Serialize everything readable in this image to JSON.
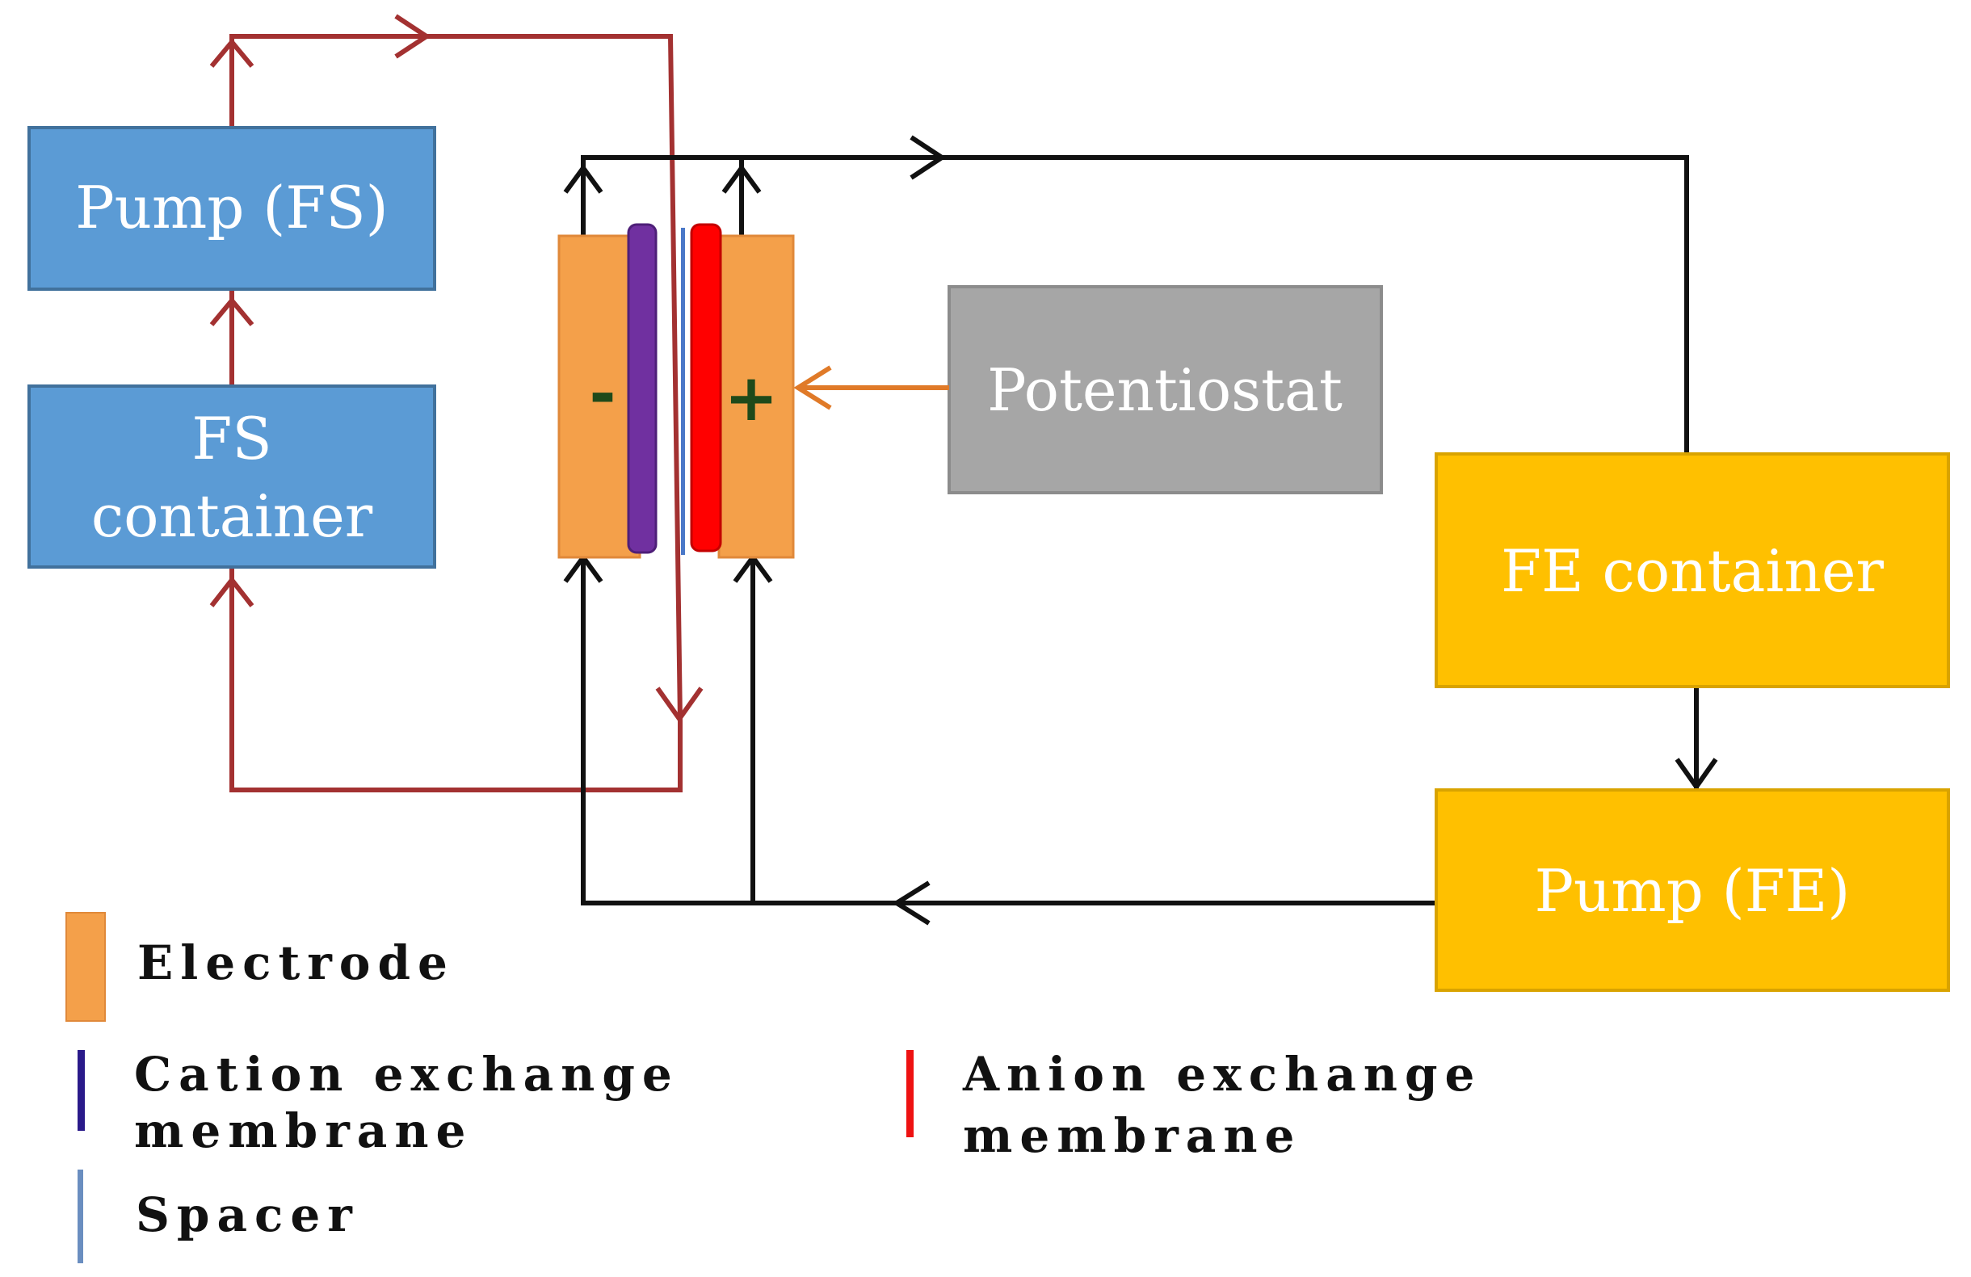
{
  "boxes": {
    "pump_fs": "Pump (FS)",
    "fs_container_line1": "FS",
    "fs_container_line2": "container",
    "potentiostat": "Potentiostat",
    "fe_container": "FE container",
    "pump_fe": "Pump (FE)"
  },
  "cell": {
    "negative_sign": "-",
    "positive_sign": "+"
  },
  "legend": {
    "electrode": "Electrode",
    "cation_line1": "Cation exchange",
    "cation_line2": "membrane",
    "anion_line1": "Anion exchange",
    "anion_line2": "membrane",
    "spacer": "Spacer"
  },
  "colors": {
    "blue_box": "#5b9bd5",
    "blue_border": "#41719c",
    "gray_box": "#a6a6a6",
    "yellow_box": "#ffc000",
    "yellow_border": "#d9a300",
    "electrode": "#f4a04a",
    "cation_membrane": "#7030a0",
    "anion_membrane": "#ff0000",
    "spacer": "#4a78c8",
    "fs_flow": "#a33131",
    "fe_flow": "#111111",
    "power": "#e07a28"
  }
}
